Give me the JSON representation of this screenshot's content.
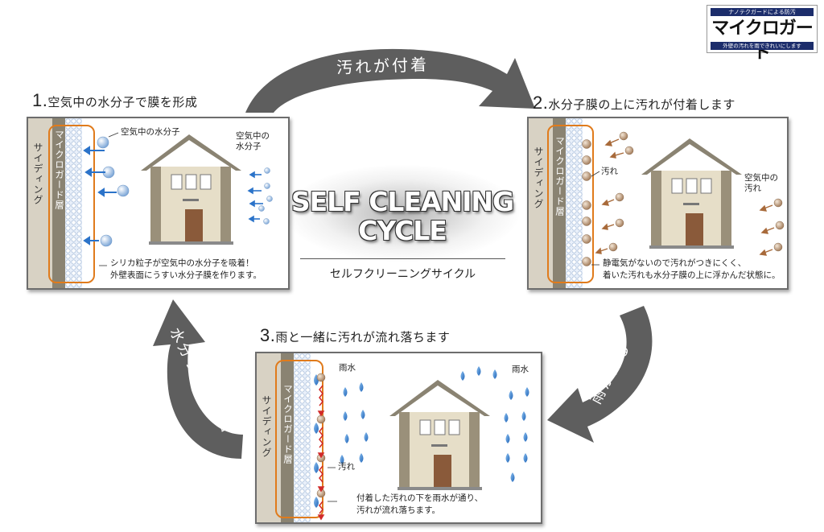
{
  "logo": {
    "tagline": "ナノテクガードによる防汚",
    "name": "マイクロガード",
    "subline": "外壁の汚れを雨できれいにします"
  },
  "center": {
    "title_line1": "SELF CLEANING",
    "title_line2": "CYCLE",
    "subtitle": "セルフクリーニングサイクル"
  },
  "arrows": {
    "top": "汚れが付着",
    "right": "雨が降る",
    "left": "水分子を再吸着"
  },
  "step1": {
    "num": "1.",
    "title": "空気中の水分子で膜を形成",
    "siding": "サイディング",
    "guard": "マイクロガード層",
    "label_molecule": "空気中の水分子",
    "label_air": "空気中の\n水分子",
    "caption_line1": "シリカ粒子が空気中の水分子を吸着！",
    "caption_line2": "外壁表面にうすい水分子膜を作ります。"
  },
  "step2": {
    "num": "2.",
    "title": "水分子膜の上に汚れが付着します",
    "siding": "サイディング",
    "guard": "マイクロガード層",
    "label_dirt": "汚れ",
    "label_air": "空気中の\n汚れ",
    "caption_line1": "静電気がないので汚れがつきにくく、",
    "caption_line2": "着いた汚れも水分子膜の上に浮かんだ状態に。"
  },
  "step3": {
    "num": "3.",
    "title": "雨と一緒に汚れが流れ落ちます",
    "siding": "サイディング",
    "guard": "マイクロガード層",
    "label_rain1": "雨水",
    "label_rain2": "雨水",
    "label_dirt": "汚れ",
    "caption_line1": "付着した汚れの下を雨水が通り、",
    "caption_line2": "汚れが流れ落ちます。"
  },
  "colors": {
    "orange": "#e07b1c",
    "arrow": "#5e5e5e",
    "house_wall": "#e6dec8",
    "house_side": "#9a907a",
    "door": "#8a5a3a",
    "water": "#2b73c9",
    "dirt": "#b89a7a"
  }
}
